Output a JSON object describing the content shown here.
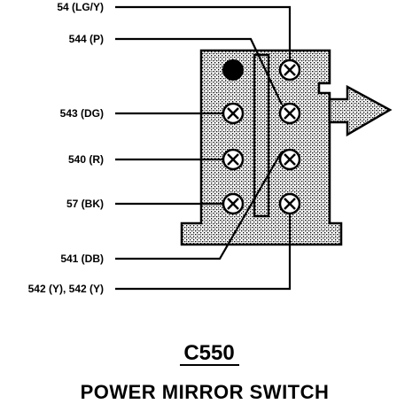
{
  "connector": {
    "id": "C550",
    "name": "POWER MIRROR SWITCH"
  },
  "wires": [
    {
      "circuit": "54 (LG/Y)"
    },
    {
      "circuit": "544 (P)"
    },
    {
      "circuit": "543 (DG)"
    },
    {
      "circuit": "540 (R)"
    },
    {
      "circuit": "57 (BK)"
    },
    {
      "circuit": "541 (DB)"
    },
    {
      "circuit": "542 (Y), 542 (Y)"
    }
  ]
}
